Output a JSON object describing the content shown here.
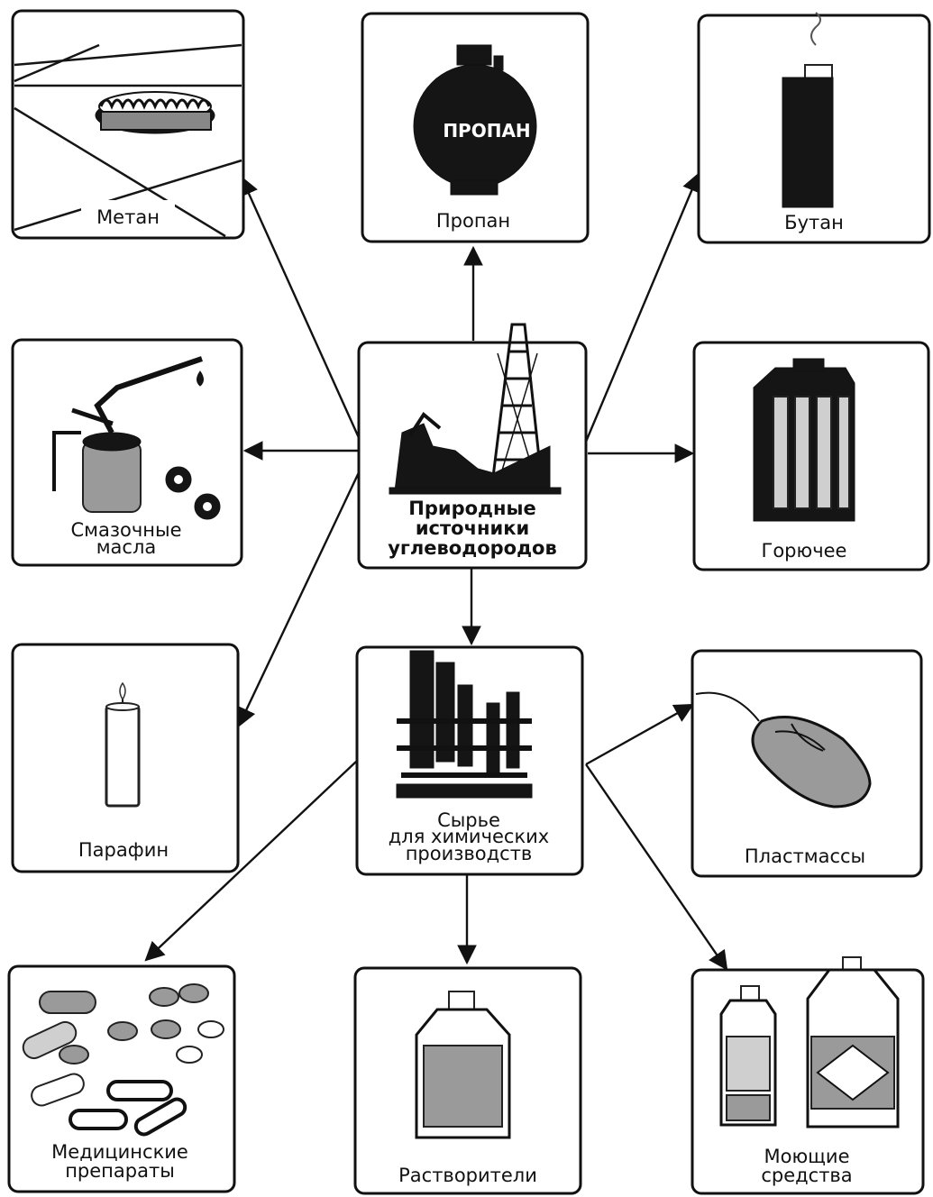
{
  "center": {
    "line1": "Природные",
    "line2": "источники",
    "line3": "углеводородов"
  },
  "chemical_feedstock": {
    "line1": "Сырье",
    "line2": "для химических",
    "line3": "производств"
  },
  "products": {
    "methane": "Метан",
    "propane": "Пропан",
    "propane_tank_text": "ПРОПАН",
    "butane": "Бутан",
    "lubricants_line1": "Смазочные",
    "lubricants_line2": "масла",
    "fuel": "Горючее",
    "paraffin": "Парафин",
    "plastics": "Пластмассы",
    "medicines_line1": "Медицинские",
    "medicines_line2": "препараты",
    "solvents": "Растворители",
    "detergents_line1": "Моющие",
    "detergents_line2": "средства"
  },
  "colors": {
    "ink": "#111111",
    "background": "#ffffff"
  }
}
